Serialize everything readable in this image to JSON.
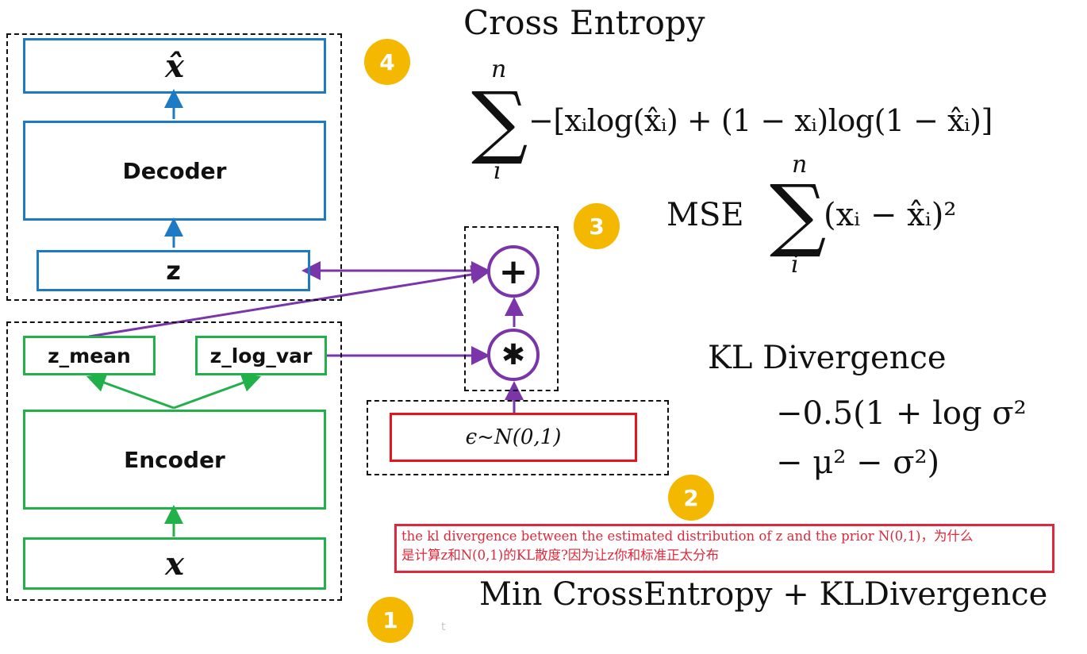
{
  "colors": {
    "decoder_blue": "#1f7ac4",
    "encoder_green": "#22b04b",
    "sampler_red": "#e8141c",
    "flow_purple": "#7a35a8",
    "badge_gold": "#f5b800",
    "note_red": "#e0283c"
  },
  "decoder_block": {
    "x_hat_label": "x̂",
    "decoder_label": "Decoder",
    "z_label": "z"
  },
  "encoder_block": {
    "z_mean_label": "z_mean",
    "z_log_var_label": "z_log_var",
    "encoder_label": "Encoder",
    "x_label": "x"
  },
  "sampling": {
    "plus_symbol": "+",
    "multiply_symbol": "✱",
    "epsilon_label": "ϵ~N(0,1)"
  },
  "badges": [
    "1",
    "2",
    "3",
    "4"
  ],
  "cross_entropy": {
    "title": "Cross Entropy",
    "sum_top": "n",
    "sum_bottom": "i",
    "expression": "−[xᵢlog(x̂ᵢ) + (1 − xᵢ)log(1 − x̂ᵢ)]"
  },
  "mse": {
    "label": "MSE",
    "sum_top": "n",
    "sum_bottom": "i",
    "expression": "(xᵢ − x̂ᵢ)²"
  },
  "kl": {
    "title": "KL Divergence",
    "line1": "−0.5(1 + log σ²",
    "line2": "− μ² − σ²)"
  },
  "note": {
    "line1": "the kl divergence between the estimated distribution of z and the prior N(0,1)，为什么",
    "line2": "是计算z和N(0,1)的KL散度?因为让z你和标准正太分布"
  },
  "objective": "Min CrossEntropy + KLDivergence",
  "stray_mark": "t"
}
